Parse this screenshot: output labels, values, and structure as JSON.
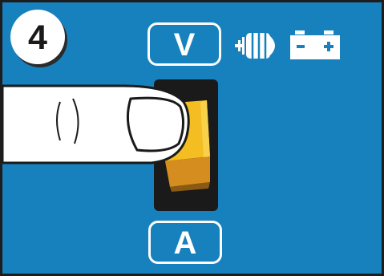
{
  "step": {
    "number": "4"
  },
  "indicators": {
    "volt_label": "V",
    "amp_label": "A"
  },
  "icons": {
    "alternator": "alternator-icon",
    "battery": "battery-icon"
  },
  "colors": {
    "background": "#1681bd",
    "switch_yellow": "#f4bd22",
    "switch_dark": "#1a1a1a"
  }
}
